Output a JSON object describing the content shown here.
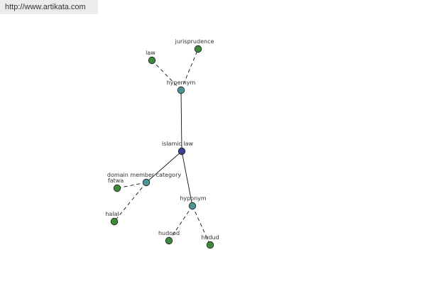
{
  "source": {
    "url": "http://www.artikata.com"
  },
  "colors": {
    "center": "#3f3f8f",
    "relation": "#4d9494",
    "word": "#3d8a3d",
    "edge": "#111111",
    "label": "#333333"
  },
  "graph": {
    "nodes": [
      {
        "id": "islamic-law",
        "label": "islamic law",
        "kind": "center"
      },
      {
        "id": "hypernym",
        "label": "hypernym",
        "kind": "relation"
      },
      {
        "id": "domain-member-category",
        "label": "domain member category",
        "kind": "relation"
      },
      {
        "id": "hyponym",
        "label": "hyponym",
        "kind": "relation"
      },
      {
        "id": "law",
        "label": "law",
        "kind": "word"
      },
      {
        "id": "jurisprudence",
        "label": "jurisprudence",
        "kind": "word"
      },
      {
        "id": "fatwa",
        "label": "fatwa",
        "kind": "word"
      },
      {
        "id": "halal",
        "label": "halal",
        "kind": "word"
      },
      {
        "id": "hudood",
        "label": "hudood",
        "kind": "word"
      },
      {
        "id": "hudud",
        "label": "hudud",
        "kind": "word"
      }
    ],
    "edges": [
      {
        "from": "islamic-law",
        "to": "hypernym",
        "style": "solid"
      },
      {
        "from": "islamic-law",
        "to": "domain-member-category",
        "style": "solid"
      },
      {
        "from": "islamic-law",
        "to": "hyponym",
        "style": "solid"
      },
      {
        "from": "hypernym",
        "to": "law",
        "style": "dashed"
      },
      {
        "from": "hypernym",
        "to": "jurisprudence",
        "style": "dashed"
      },
      {
        "from": "domain-member-category",
        "to": "fatwa",
        "style": "dashed"
      },
      {
        "from": "domain-member-category",
        "to": "halal",
        "style": "dashed"
      },
      {
        "from": "hyponym",
        "to": "hudood",
        "style": "dashed"
      },
      {
        "from": "hyponym",
        "to": "hudud",
        "style": "dashed"
      }
    ]
  }
}
